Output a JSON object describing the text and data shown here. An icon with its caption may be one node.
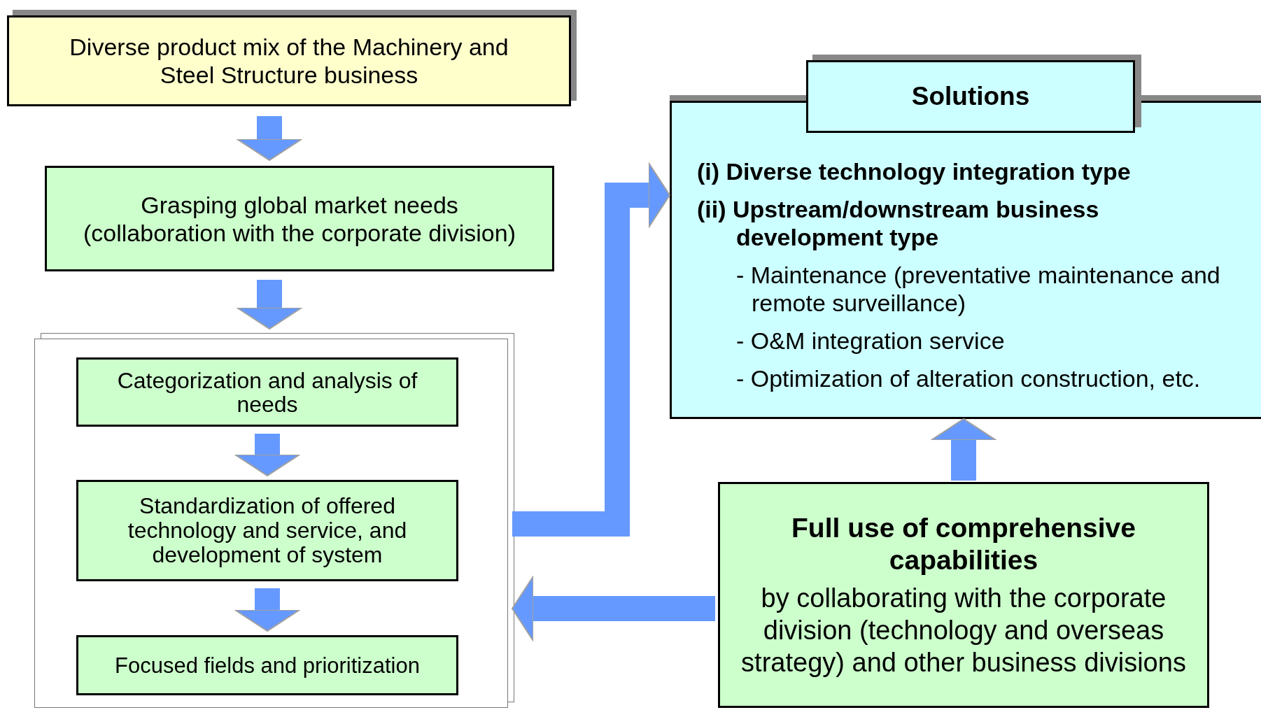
{
  "diagram": {
    "nodes": [
      {
        "text": [
          "Diverse product mix of the Machinery and Steel Structure business"
        ]
      },
      {
        "text": [
          "Grasping global market needs (collaboration with the corporate division)"
        ]
      },
      {
        "text": [],
        "shape": "box"
      },
      {
        "text": [
          "Categorization and analysis of needs"
        ],
        "in": 2
      },
      {
        "text": [
          "Standardization of offered technology and service, and development of system"
        ],
        "in": 2
      },
      {
        "text": [
          "Focused fields and prioritization"
        ],
        "in": 2
      },
      {
        "text": [
          "Solutions"
        ]
      },
      {
        "text": [
          "(i) Diverse technology integration type",
          "(ii) Upstream/downstream business development type",
          "- Maintenance (preventative maintenance and remote surveillance)",
          "- O&M integration service",
          "- Optimization of alteration construction, etc."
        ]
      },
      {
        "text": [
          "Full use of comprehensive capabilities",
          "by collaborating with the corporate division (technology and overseas strategy) and other business divisions"
        ]
      }
    ],
    "edges": [
      {
        "from": 0,
        "to": 1,
        "arrow": "to"
      },
      {
        "from": 1,
        "to": 2,
        "arrow": "to"
      },
      {
        "from": 3,
        "to": 4,
        "arrow": "to"
      },
      {
        "from": 4,
        "to": 5,
        "arrow": "to"
      },
      {
        "from": 2,
        "to": 7,
        "arrow": "to"
      },
      {
        "from": 8,
        "to": 7,
        "arrow": "to"
      },
      {
        "from": 8,
        "to": 2,
        "arrow": "to"
      }
    ]
  }
}
